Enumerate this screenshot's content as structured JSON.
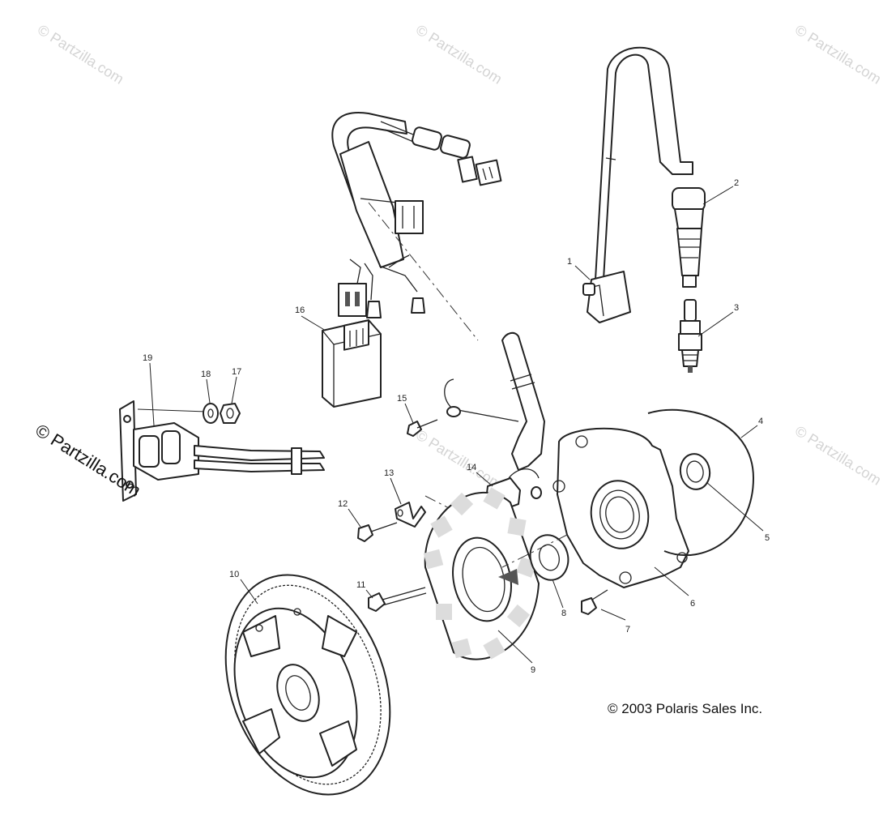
{
  "callouts": [
    "1",
    "2",
    "3",
    "4",
    "5",
    "6",
    "7",
    "8",
    "9",
    "10",
    "11",
    "12",
    "13",
    "14",
    "15",
    "16",
    "17",
    "18",
    "19"
  ],
  "watermark": {
    "light": "© Partzilla.com",
    "dark": "© Partzilla.com"
  },
  "copyright": "© 2003 Polaris Sales Inc."
}
